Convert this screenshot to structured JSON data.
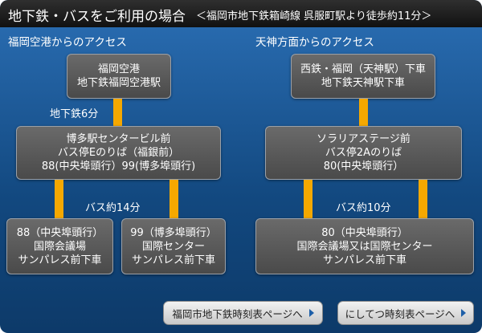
{
  "header": {
    "title": "地下鉄・バスをご利用の場合",
    "subtitle": "＜福岡市地下鉄箱崎線 呉服町駅より徒歩約11分＞"
  },
  "airport": {
    "heading": "福岡空港からのアクセス",
    "start_lines": [
      "福岡空港",
      "地下鉄福岡空港駅"
    ],
    "leg1_label": "地下鉄6分",
    "transfer_lines": [
      "博多駅センタービル前",
      "バス停Eのりば（福銀前）",
      "88(中央埠頭行）99(博多埠頭行)"
    ],
    "leg2_label": "バス約14分",
    "dest_a_lines": [
      "88（中央埠頭行）",
      "国際会議場",
      "サンパレス前下車"
    ],
    "dest_b_lines": [
      "99（博多埠頭行）",
      "国際センター",
      "サンパレス前下車"
    ]
  },
  "tenjin": {
    "heading": "天神方面からのアクセス",
    "start_lines": [
      "西鉄・福岡（天神駅）下車",
      "地下鉄天神駅下車"
    ],
    "transfer_lines": [
      "ソラリアステージ前",
      "バス停2Aのりば",
      "80(中央埠頭行）"
    ],
    "leg_label": "バス約10分",
    "dest_lines": [
      "80（中央埠頭行）",
      "国際会議場又は国際センター",
      "サンパレス前下車"
    ]
  },
  "buttons": {
    "subway_timetable": "福岡市地下鉄時刻表ページへ",
    "nishitetsu_timetable": "にしてつ時刻表ページへ"
  },
  "colors": {
    "background": "#1d5fa8",
    "box": "#5a5a5a",
    "connector": "#f5a800",
    "header": "#1a1a1a"
  }
}
